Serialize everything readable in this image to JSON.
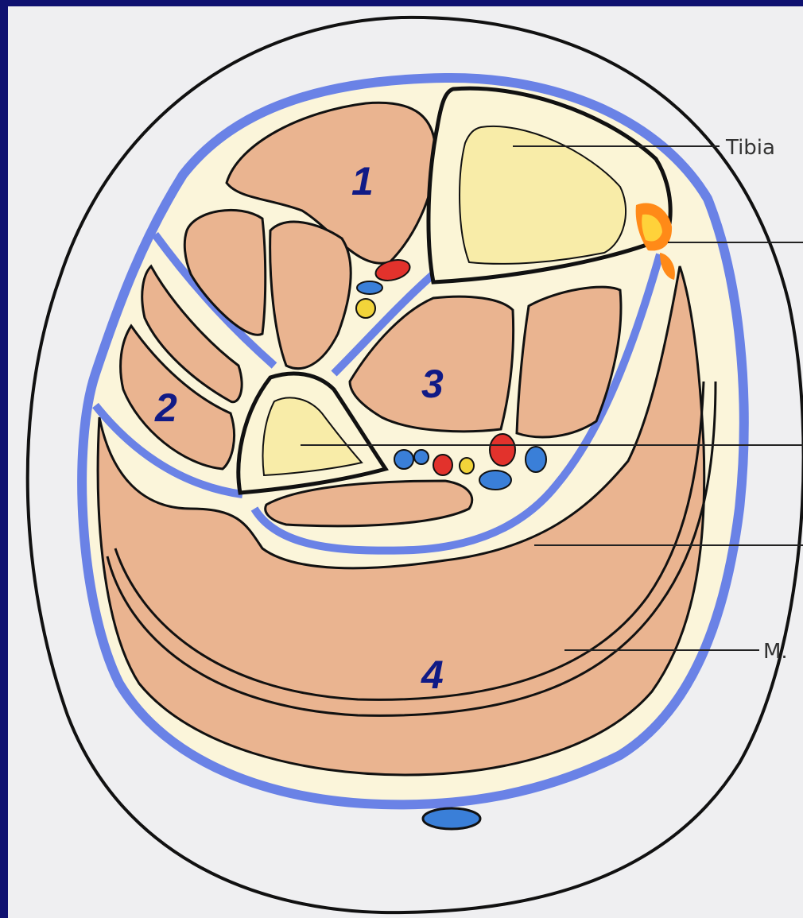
{
  "diagram": {
    "compartments": [
      {
        "id": "anterior",
        "number": "1"
      },
      {
        "id": "lateral",
        "number": "2"
      },
      {
        "id": "deep-posterior",
        "number": "3"
      },
      {
        "id": "superficial-posterior",
        "number": "4"
      }
    ],
    "labels": [
      {
        "id": "tibia",
        "text": "Tibia"
      },
      {
        "id": "m",
        "text": "M."
      }
    ],
    "colors": {
      "frame": "#0f1170",
      "background": "#efeff1",
      "skin": "#111111",
      "fascia": "#6a82e6",
      "muscle": "#eab490",
      "bone_cortex": "#fbf5d6",
      "bone_marrow": "#f8eca8",
      "tissue": "#fbf5da",
      "artery": "#e2322c",
      "vein": "#3a7fd8",
      "nerve": "#f2d43a",
      "injury": "#ff8a18",
      "numbers": "#101a86"
    }
  }
}
